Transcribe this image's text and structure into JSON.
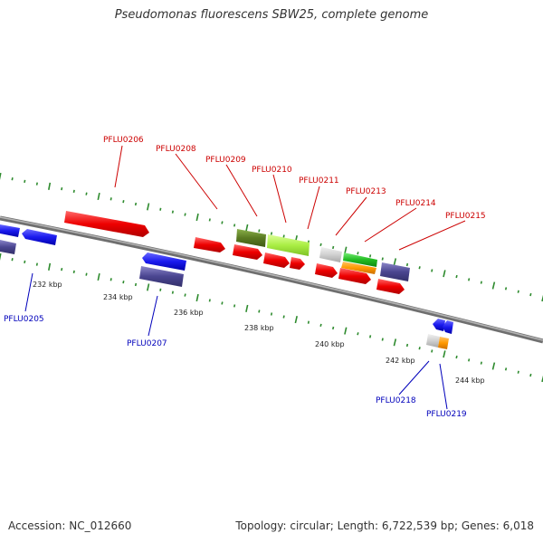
{
  "title": "Pseudomonas fluorescens SBW25, complete genome",
  "footer": {
    "accession": "Accession: NC_012660",
    "summary": "Topology: circular; Length: 6,722,539 bp; Genes: 6,018"
  },
  "colors": {
    "backbone": "#8a8a8a",
    "tick": "#2e8b2e",
    "forward_label": "#cc0000",
    "reverse_label": "#0000bb"
  },
  "scale_labels": [
    "232 kbp",
    "234 kbp",
    "236 kbp",
    "238 kbp",
    "240 kbp",
    "242 kbp",
    "244 kbp"
  ],
  "forward_genes": [
    "PFLU0206",
    "PFLU0208",
    "PFLU0209",
    "PFLU0210",
    "PFLU0211",
    "PFLU0213",
    "PFLU0214",
    "PFLU0215"
  ],
  "reverse_genes": [
    "PFLU0205",
    "PFLU0207",
    "PFLU0218",
    "PFLU0219"
  ]
}
